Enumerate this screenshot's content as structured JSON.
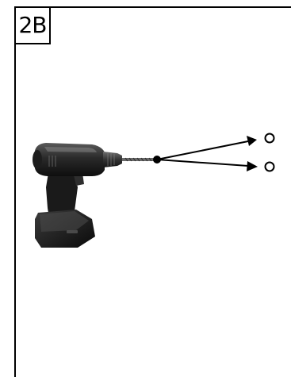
{
  "panel": {
    "label": "2B"
  },
  "illustration": {
    "object": "cordless-drill",
    "arrow_count": 2
  }
}
